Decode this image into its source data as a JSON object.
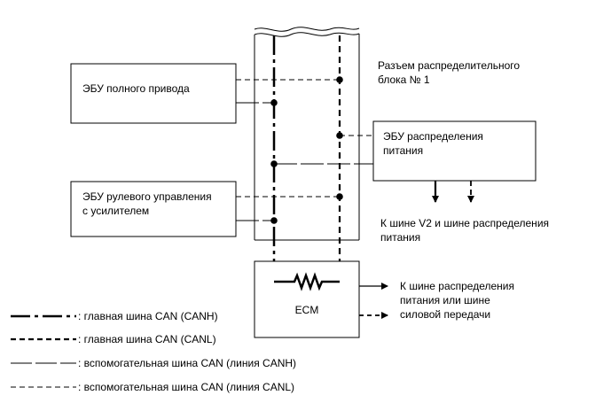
{
  "boxes": {
    "awd_ecu": "ЭБУ полного привода",
    "steering_ecu": [
      "ЭБУ рулевого управления",
      "с усилителем"
    ],
    "power_dist_ecu": [
      "ЭБУ распределения",
      "питания"
    ],
    "ecm": "ECM"
  },
  "labels": {
    "junction_connector": [
      "Разъем распределительного",
      "блока № 1"
    ],
    "to_v2_bus": [
      "К шине V2 и шине распределения",
      "питания"
    ],
    "to_power_bus": [
      "К шине распределения",
      "питания или шине",
      "силовой передачи"
    ]
  },
  "legend": [
    {
      "style": "main-canh",
      "text": ": главная шина CAN (CANH)"
    },
    {
      "style": "main-canl",
      "text": ": главная шина CAN (CANL)"
    },
    {
      "style": "sub-canh",
      "text": ": вспомогательная шина CAN (линия CANH)"
    },
    {
      "style": "sub-canl",
      "text": ": вспомогательная шина CAN (линия CANL)"
    }
  ]
}
